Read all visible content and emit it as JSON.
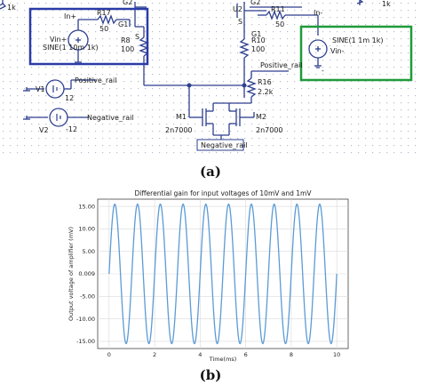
{
  "schematic": {
    "labels": {
      "r_top_left": "1k",
      "r_top_right": "1k",
      "in_plus": "In+",
      "r17": "R17",
      "r17_val": "50",
      "g1_left": "G1",
      "s_left": "S",
      "g2_left": "G2",
      "r8": "R8",
      "r8_val": "100",
      "vin_plus": "Vin+",
      "sine_left": "SINE(1 10m 1k)",
      "u2": "U2",
      "g2_right": "G2",
      "r11": "R11",
      "r11_val": "50",
      "in_minus": "In-",
      "s_right": "S",
      "g1_right": "G1",
      "r10": "R10",
      "r10_val": "100",
      "sine_right": "SINE(1 1m 1k)",
      "vin_minus": "Vin-",
      "positive_rail_right": "Positive_rail",
      "r16": "R16",
      "r16_val": "2.2k",
      "v1": "V1",
      "v1_val": "12",
      "positive_rail_left": "Positive_rail",
      "v2": "V2",
      "v2_val": "-12",
      "negative_rail_left": "Negative_rail",
      "m1": "M1",
      "m1_part": "2n7000",
      "m2": "M2",
      "m2_part": "2n7000",
      "negative_rail_bottom": "Negative_rail",
      "minus_sign": "-"
    },
    "colors": {
      "wire": "#2d3f8f",
      "blue_box": "#2a3ca8",
      "green_box": "#1f9a3a",
      "dot_grid": "#b8bccc",
      "junction": "#2d3f8f"
    }
  },
  "captions": {
    "a": "(a)",
    "b": "(b)"
  },
  "chart_data": {
    "type": "line",
    "title": "Differential gain for input voltages of 10mV and 1mV",
    "xlabel": "Time(ms)",
    "ylabel": "Output voltage of amplifier (mV)",
    "xlim": [
      -0.5,
      10.5
    ],
    "ylim": [
      -16.6,
      16.6
    ],
    "x_ticks": [
      "0",
      "2",
      "4",
      "6",
      "8",
      "10"
    ],
    "x_tick_values": [
      0,
      2,
      4,
      6,
      8,
      10
    ],
    "y_ticks": [
      "15.00",
      "10.00",
      "5.00",
      "0.009",
      "-5.00",
      "-10.00",
      "-15.00"
    ],
    "y_tick_values": [
      15,
      10,
      5,
      0,
      -5,
      -10,
      -15
    ],
    "grid": true,
    "series": [
      {
        "color": "#5b9bd5",
        "function": "sine",
        "amplitude": 15.5,
        "frequency_khz": 1,
        "x_start": 0,
        "x_end": 10
      }
    ]
  }
}
